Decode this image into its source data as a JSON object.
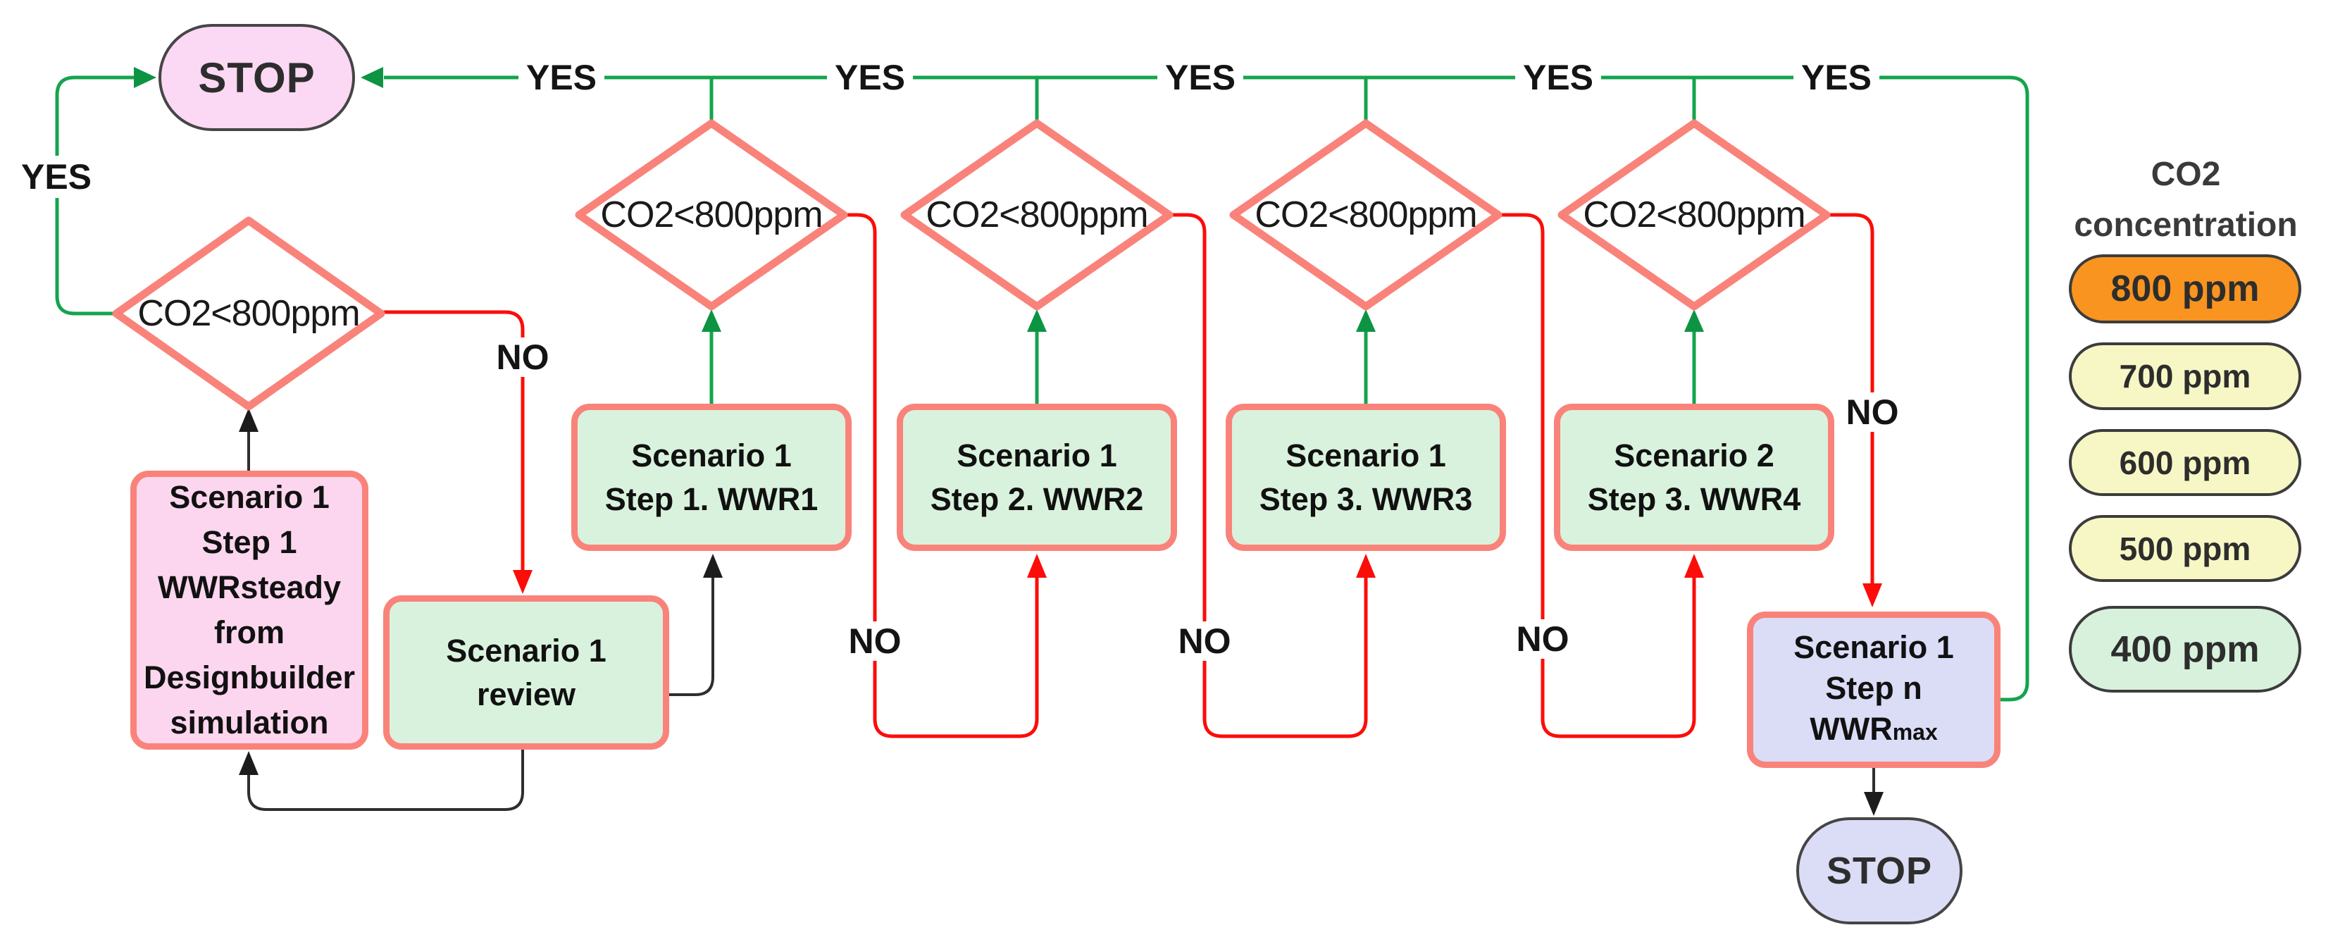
{
  "edge_labels": {
    "yes": "YES",
    "no": "NO"
  },
  "nodes": {
    "stop_top": {
      "label": "STOP"
    },
    "stop_bottom": {
      "label": "STOP"
    },
    "decisions": [
      {
        "label": "CO2<800ppm"
      },
      {
        "label": "CO2<800ppm"
      },
      {
        "label": "CO2<800ppm"
      },
      {
        "label": "CO2<800ppm"
      },
      {
        "label": "CO2<800ppm"
      }
    ],
    "steady": {
      "lines": [
        "Scenario 1",
        "Step 1",
        "WWRsteady",
        "from",
        "Designbuilder",
        "simulation"
      ]
    },
    "review": {
      "lines": [
        "Scenario 1",
        "review"
      ]
    },
    "steps": [
      {
        "lines": [
          "Scenario 1",
          "Step 1. WWR1"
        ]
      },
      {
        "lines": [
          "Scenario 1",
          "Step 2. WWR2"
        ]
      },
      {
        "lines": [
          "Scenario 1",
          "Step 3. WWR3"
        ]
      },
      {
        "lines": [
          "Scenario 2",
          "Step 3. WWR4"
        ]
      }
    ],
    "wwrmax": {
      "line1": "Scenario 1",
      "line2": "Step n",
      "line3_main": "WWR",
      "line3_sub": "max"
    }
  },
  "legend": {
    "title_lines": [
      "CO2",
      "concentration"
    ],
    "items": [
      {
        "label": "800 ppm",
        "color": "#f8941f"
      },
      {
        "label": "700 ppm",
        "color": "#f7f7c6"
      },
      {
        "label": "600 ppm",
        "color": "#f7f7c6"
      },
      {
        "label": "500 ppm",
        "color": "#f7f7c6"
      },
      {
        "label": "400 ppm",
        "color": "#d8f1dc"
      }
    ]
  },
  "colors": {
    "line_green": "#14a44c",
    "line_red": "#fb0d09",
    "node_border_salmon": "#f9837a",
    "line_black": "#2e2e2e",
    "mint_fill": "#d9f2dd",
    "pink_fill": "#fcd6ee",
    "lavender_fill": "#dbdcf6",
    "terminal_pink": "#fbd8f3"
  }
}
